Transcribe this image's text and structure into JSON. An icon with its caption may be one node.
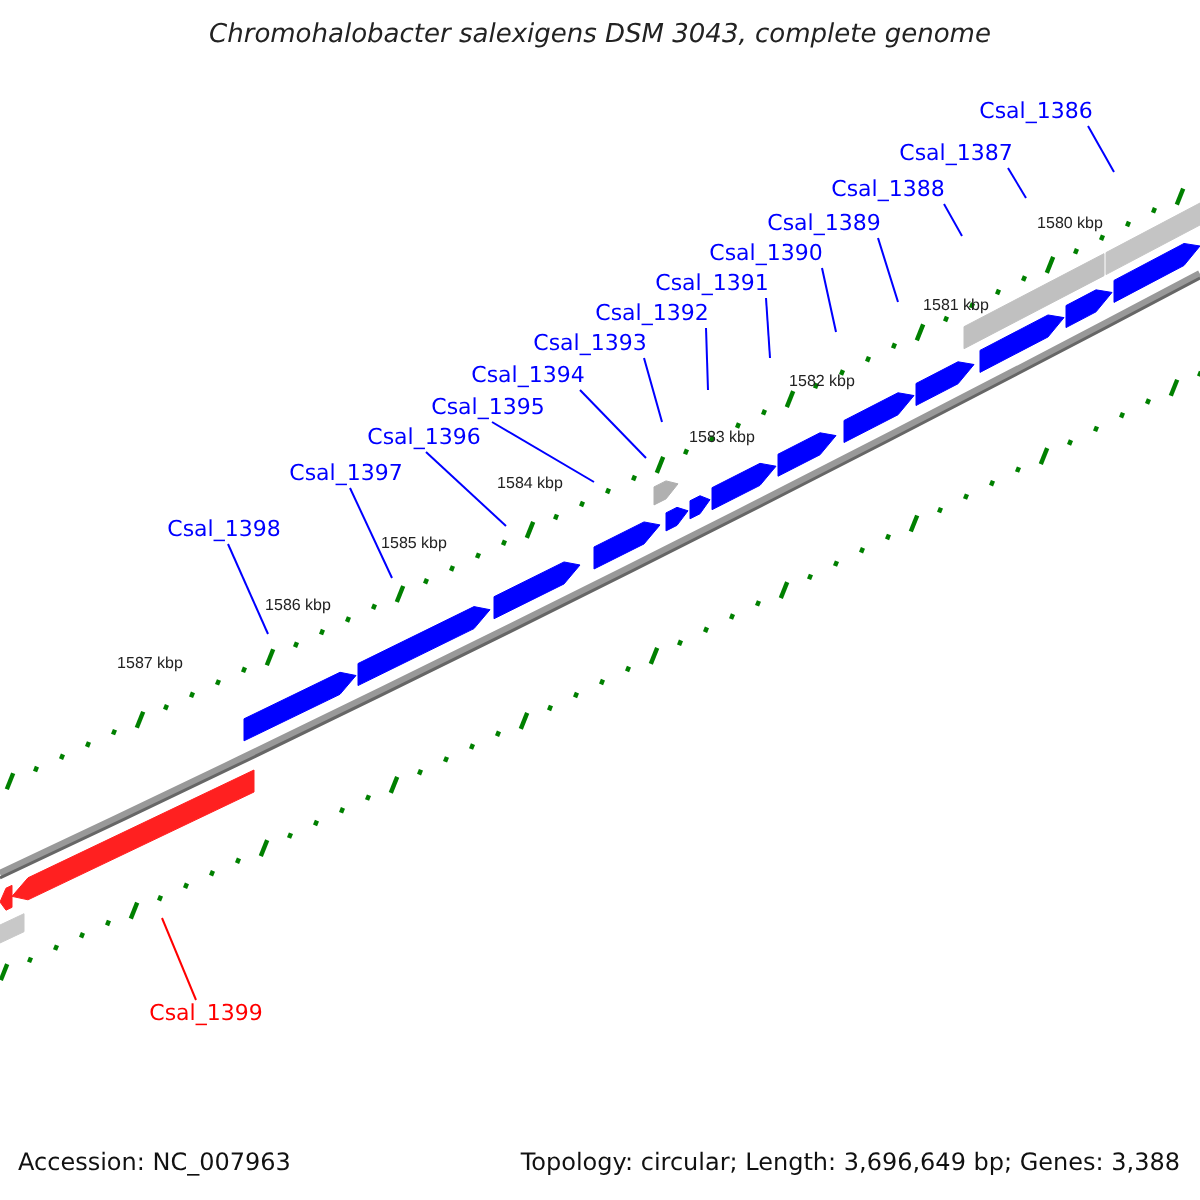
{
  "diagram": {
    "title": "Chromohalobacter salexigens DSM 3043, complete genome",
    "nodes": [
      {
        "text": [
          "Csal_1386"
        ]
      },
      {
        "text": [
          "Csal_1387"
        ]
      },
      {
        "text": [
          "Csal_1388"
        ]
      },
      {
        "text": [
          "Csal_1389"
        ]
      },
      {
        "text": [
          "Csal_1390"
        ]
      },
      {
        "text": [
          "Csal_1391"
        ]
      },
      {
        "text": [
          "Csal_1392"
        ]
      },
      {
        "text": [
          "Csal_1393"
        ]
      },
      {
        "text": [
          "Csal_1394"
        ]
      },
      {
        "text": [
          "Csal_1395"
        ]
      },
      {
        "text": [
          "Csal_1396"
        ]
      },
      {
        "text": [
          "Csal_1397"
        ]
      },
      {
        "text": [
          "Csal_1398"
        ]
      },
      {
        "text": [
          "Csal_1399"
        ]
      }
    ],
    "edges": [
      {
        "from": 0,
        "to": null,
        "arrow": "none"
      },
      {
        "from": 1,
        "to": null,
        "arrow": "none"
      },
      {
        "from": 2,
        "to": null,
        "arrow": "none"
      },
      {
        "from": 3,
        "to": null,
        "arrow": "none"
      },
      {
        "from": 4,
        "to": null,
        "arrow": "none"
      },
      {
        "from": 5,
        "to": null,
        "arrow": "none"
      },
      {
        "from": 6,
        "to": null,
        "arrow": "none"
      },
      {
        "from": 7,
        "to": null,
        "arrow": "none"
      },
      {
        "from": 8,
        "to": null,
        "arrow": "none"
      },
      {
        "from": 9,
        "to": null,
        "arrow": "none"
      },
      {
        "from": 10,
        "to": null,
        "arrow": "none"
      },
      {
        "from": 11,
        "to": null,
        "arrow": "none"
      },
      {
        "from": 12,
        "to": null,
        "arrow": "none"
      },
      {
        "from": 13,
        "to": null,
        "arrow": "none",
        "color": "#ff0000"
      }
    ],
    "labels": [
      "1580 kbp",
      "1581 kbp",
      "1582 kbp",
      "1583 kbp",
      "1584 kbp",
      "1585 kbp",
      "1586 kbp",
      "1587 kbp",
      "Accession: NC_007963",
      "Topology: circular; Length: 3,696,649 bp; Genes: 3,388"
    ]
  }
}
